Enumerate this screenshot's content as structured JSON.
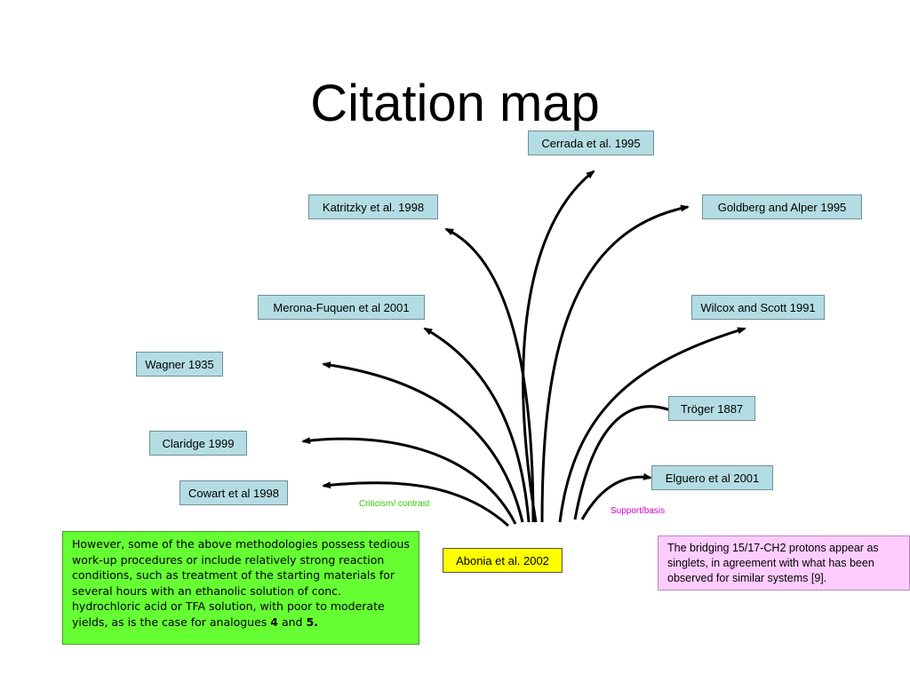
{
  "title": "Citation map",
  "center": {
    "label": "Abonia et al. 2002"
  },
  "citations": {
    "cerrada": "Cerrada et al. 1995",
    "katritzky": "Katritzky et al. 1998",
    "goldberg": "Goldberg and Alper 1995",
    "merona": "Merona-Fuquen et al 2001",
    "wilcox": "Wilcox and Scott 1991",
    "wagner": "Wagner 1935",
    "troger": "Tröger 1887",
    "claridge": "Claridge 1999",
    "elguero": "Elguero et al 2001",
    "cowart": "Cowart et al 1998"
  },
  "legend": {
    "criticism": "Criticism/ contrast",
    "criticism_color": "#33cc00",
    "support": "Support/basis",
    "support_color": "#cc00cc"
  },
  "notes": {
    "criticism_text_1": "However, some of the above methodologies possess tedious work-up procedures or include relatively strong reaction conditions, such as treatment of the starting materials for several hours with an ethanolic solution of conc. hydrochloric acid or TFA solution, with poor to moderate yields, as is the case for analogues ",
    "criticism_bold_1": "4",
    "criticism_text_2": " and ",
    "criticism_bold_2": "5.",
    "support_text": "The bridging 15/17-CH2 protons appear as singlets, in agreement with what has been observed for similar systems [9]."
  },
  "colors": {
    "citation_box": "#b4dde3",
    "center_box": "#ffff00",
    "criticism_note": "#66ff33",
    "support_note": "#ffccff"
  }
}
